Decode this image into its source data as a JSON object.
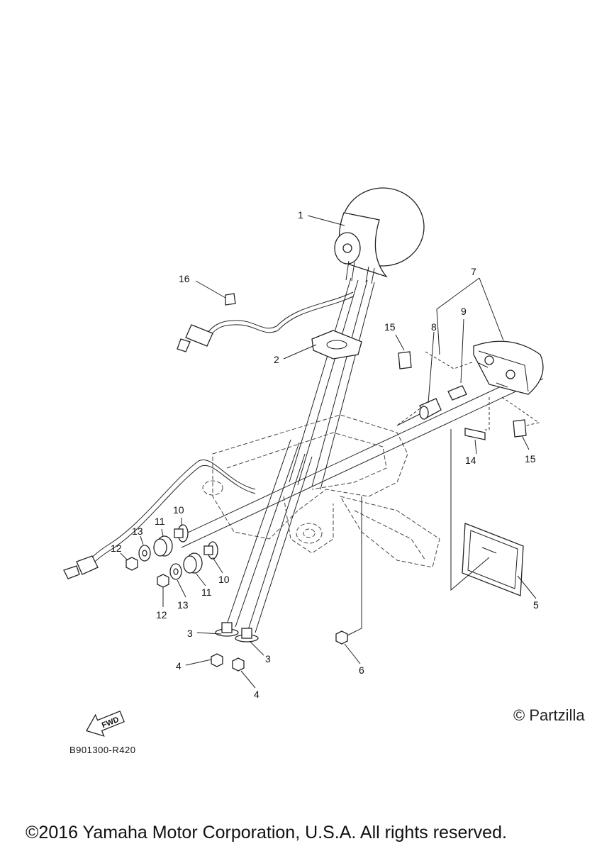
{
  "diagram": {
    "callouts": [
      {
        "id": "c1",
        "text": "1"
      },
      {
        "id": "c16",
        "text": "16"
      },
      {
        "id": "c2",
        "text": "2"
      },
      {
        "id": "c7",
        "text": "7"
      },
      {
        "id": "c9",
        "text": "9"
      },
      {
        "id": "c8",
        "text": "8"
      },
      {
        "id": "c15a",
        "text": "15"
      },
      {
        "id": "c15b",
        "text": "15"
      },
      {
        "id": "c14",
        "text": "14"
      },
      {
        "id": "c5",
        "text": "5"
      },
      {
        "id": "c10a",
        "text": "10"
      },
      {
        "id": "c10b",
        "text": "10"
      },
      {
        "id": "c11a",
        "text": "11"
      },
      {
        "id": "c11b",
        "text": "11"
      },
      {
        "id": "c13a",
        "text": "13"
      },
      {
        "id": "c13b",
        "text": "13"
      },
      {
        "id": "c12a",
        "text": "12"
      },
      {
        "id": "c12b",
        "text": "12"
      },
      {
        "id": "c3a",
        "text": "3"
      },
      {
        "id": "c3b",
        "text": "3"
      },
      {
        "id": "c4a",
        "text": "4"
      },
      {
        "id": "c4b",
        "text": "4"
      },
      {
        "id": "c6",
        "text": "6"
      }
    ],
    "fwd_label": "FWD",
    "diagram_id": "B901300-R420"
  },
  "watermark": "© Partzilla",
  "copyright": "©2016 Yamaha Motor Corporation, U.S.A. All rights reserved."
}
